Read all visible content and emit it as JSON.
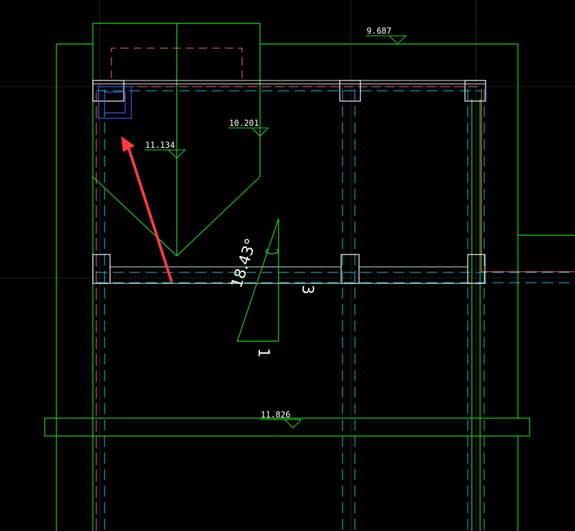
{
  "drawing": {
    "elevations": {
      "top_right": "9.687",
      "upper_mid": "10.201",
      "upper_left": "11.134",
      "bottom": "11.826"
    },
    "slope": {
      "angle": "18.43°",
      "rise": "1",
      "run": "3"
    }
  },
  "colors": {
    "background": "#000000",
    "outline": "#22dd22",
    "center_line": "#19c8d8",
    "column": "#ffffff",
    "hidden_red": "#ff7070",
    "arrow": "#ff3b3b",
    "selection": "#4a5aff"
  }
}
